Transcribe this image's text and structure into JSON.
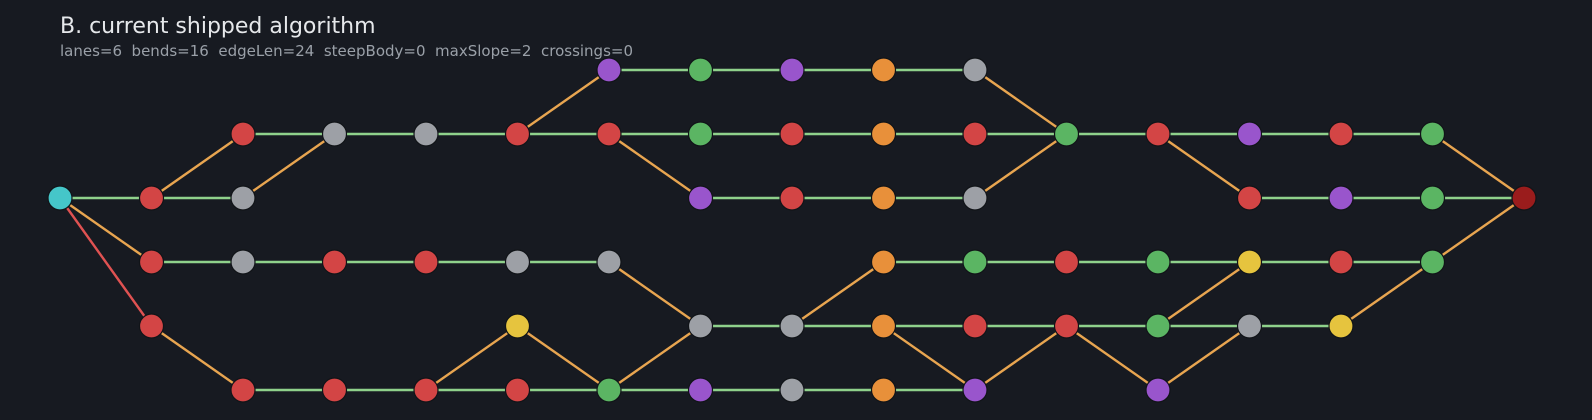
{
  "title": "B. current shipped algorithm",
  "metrics": "lanes=6  bends=16  edgeLen=24  steepBody=0  maxSlope=2  crossings=0",
  "colors": {
    "flat_edge": "#8fd18b",
    "bend_edge": "#e8a550",
    "steep_edge": "#e05252",
    "node_outline": "#111418",
    "teal": "#45c6c9",
    "red": "#d34545",
    "gray": "#9da0a6",
    "green": "#5bb563",
    "purple": "#9955cc",
    "orange": "#e8903a",
    "yellow": "#e6c43e",
    "darkred": "#9a1c1c"
  },
  "graph": {
    "nodes": [
      {
        "id": "n0",
        "col": 0,
        "lane": 2,
        "color": "teal"
      },
      {
        "id": "n1",
        "col": 1,
        "lane": 2,
        "color": "red"
      },
      {
        "id": "n2",
        "col": 1,
        "lane": 3,
        "color": "red"
      },
      {
        "id": "n3",
        "col": 1,
        "lane": 4,
        "color": "red"
      },
      {
        "id": "n4",
        "col": 2,
        "lane": 1,
        "color": "red"
      },
      {
        "id": "n5",
        "col": 2,
        "lane": 2,
        "color": "gray"
      },
      {
        "id": "n6",
        "col": 2,
        "lane": 3,
        "color": "gray"
      },
      {
        "id": "n7",
        "col": 2,
        "lane": 5,
        "color": "red"
      },
      {
        "id": "n8",
        "col": 3,
        "lane": 1,
        "color": "gray"
      },
      {
        "id": "n9",
        "col": 3,
        "lane": 3,
        "color": "red"
      },
      {
        "id": "n10",
        "col": 3,
        "lane": 5,
        "color": "red"
      },
      {
        "id": "n11",
        "col": 4,
        "lane": 1,
        "color": "gray"
      },
      {
        "id": "n12",
        "col": 4,
        "lane": 3,
        "color": "red"
      },
      {
        "id": "n13",
        "col": 4,
        "lane": 5,
        "color": "red"
      },
      {
        "id": "n14",
        "col": 5,
        "lane": 1,
        "color": "red"
      },
      {
        "id": "n15",
        "col": 5,
        "lane": 3,
        "color": "gray"
      },
      {
        "id": "n16",
        "col": 5,
        "lane": 4,
        "color": "yellow"
      },
      {
        "id": "n17",
        "col": 5,
        "lane": 5,
        "color": "red"
      },
      {
        "id": "n18",
        "col": 6,
        "lane": 0,
        "color": "purple"
      },
      {
        "id": "n19",
        "col": 6,
        "lane": 1,
        "color": "red"
      },
      {
        "id": "n20",
        "col": 6,
        "lane": 3,
        "color": "gray"
      },
      {
        "id": "n21",
        "col": 6,
        "lane": 5,
        "color": "green"
      },
      {
        "id": "n22",
        "col": 7,
        "lane": 0,
        "color": "green"
      },
      {
        "id": "n23",
        "col": 7,
        "lane": 1,
        "color": "green"
      },
      {
        "id": "n24",
        "col": 7,
        "lane": 2,
        "color": "purple"
      },
      {
        "id": "n25",
        "col": 7,
        "lane": 4,
        "color": "gray"
      },
      {
        "id": "n26",
        "col": 7,
        "lane": 5,
        "color": "purple"
      },
      {
        "id": "n27",
        "col": 8,
        "lane": 0,
        "color": "purple"
      },
      {
        "id": "n28",
        "col": 8,
        "lane": 1,
        "color": "red"
      },
      {
        "id": "n29",
        "col": 8,
        "lane": 2,
        "color": "red"
      },
      {
        "id": "n30",
        "col": 8,
        "lane": 4,
        "color": "gray"
      },
      {
        "id": "n31",
        "col": 8,
        "lane": 5,
        "color": "gray"
      },
      {
        "id": "n32",
        "col": 9,
        "lane": 0,
        "color": "orange"
      },
      {
        "id": "n33",
        "col": 9,
        "lane": 1,
        "color": "orange"
      },
      {
        "id": "n34",
        "col": 9,
        "lane": 2,
        "color": "orange"
      },
      {
        "id": "n35",
        "col": 9,
        "lane": 3,
        "color": "orange"
      },
      {
        "id": "n36",
        "col": 9,
        "lane": 4,
        "color": "orange"
      },
      {
        "id": "n37",
        "col": 9,
        "lane": 5,
        "color": "orange"
      },
      {
        "id": "n38",
        "col": 10,
        "lane": 0,
        "color": "gray"
      },
      {
        "id": "n39",
        "col": 10,
        "lane": 1,
        "color": "red"
      },
      {
        "id": "n40",
        "col": 10,
        "lane": 2,
        "color": "gray"
      },
      {
        "id": "n41",
        "col": 10,
        "lane": 3,
        "color": "green"
      },
      {
        "id": "n42",
        "col": 10,
        "lane": 4,
        "color": "red"
      },
      {
        "id": "n43",
        "col": 10,
        "lane": 5,
        "color": "purple"
      },
      {
        "id": "n44",
        "col": 11,
        "lane": 1,
        "color": "green"
      },
      {
        "id": "n45",
        "col": 11,
        "lane": 3,
        "color": "red"
      },
      {
        "id": "n46",
        "col": 11,
        "lane": 4,
        "color": "red"
      },
      {
        "id": "n47",
        "col": 12,
        "lane": 1,
        "color": "red"
      },
      {
        "id": "n48",
        "col": 12,
        "lane": 3,
        "color": "green"
      },
      {
        "id": "n49",
        "col": 12,
        "lane": 4,
        "color": "green"
      },
      {
        "id": "n50",
        "col": 12,
        "lane": 5,
        "color": "purple"
      },
      {
        "id": "n51",
        "col": 13,
        "lane": 1,
        "color": "purple"
      },
      {
        "id": "n52",
        "col": 13,
        "lane": 2,
        "color": "red"
      },
      {
        "id": "n53",
        "col": 13,
        "lane": 3,
        "color": "yellow"
      },
      {
        "id": "n54",
        "col": 13,
        "lane": 4,
        "color": "gray"
      },
      {
        "id": "n55",
        "col": 14,
        "lane": 1,
        "color": "red"
      },
      {
        "id": "n56",
        "col": 14,
        "lane": 2,
        "color": "purple"
      },
      {
        "id": "n57",
        "col": 14,
        "lane": 3,
        "color": "red"
      },
      {
        "id": "n58",
        "col": 14,
        "lane": 4,
        "color": "yellow"
      },
      {
        "id": "n59",
        "col": 15,
        "lane": 1,
        "color": "green"
      },
      {
        "id": "n60",
        "col": 15,
        "lane": 2,
        "color": "green"
      },
      {
        "id": "n61",
        "col": 15,
        "lane": 3,
        "color": "green"
      },
      {
        "id": "n62",
        "col": 16,
        "lane": 2,
        "color": "darkred"
      }
    ],
    "edges": [
      [
        "n0",
        "n1"
      ],
      [
        "n0",
        "n2"
      ],
      [
        "n0",
        "n3"
      ],
      [
        "n1",
        "n4"
      ],
      [
        "n1",
        "n5"
      ],
      [
        "n5",
        "n8"
      ],
      [
        "n4",
        "n8"
      ],
      [
        "n8",
        "n11"
      ],
      [
        "n11",
        "n14"
      ],
      [
        "n14",
        "n18"
      ],
      [
        "n14",
        "n19"
      ],
      [
        "n18",
        "n22"
      ],
      [
        "n22",
        "n27"
      ],
      [
        "n27",
        "n32"
      ],
      [
        "n32",
        "n38"
      ],
      [
        "n38",
        "n44"
      ],
      [
        "n19",
        "n23"
      ],
      [
        "n23",
        "n28"
      ],
      [
        "n28",
        "n33"
      ],
      [
        "n33",
        "n39"
      ],
      [
        "n39",
        "n44"
      ],
      [
        "n19",
        "n24"
      ],
      [
        "n24",
        "n29"
      ],
      [
        "n29",
        "n34"
      ],
      [
        "n34",
        "n40"
      ],
      [
        "n40",
        "n44"
      ],
      [
        "n44",
        "n47"
      ],
      [
        "n47",
        "n51"
      ],
      [
        "n51",
        "n55"
      ],
      [
        "n55",
        "n59"
      ],
      [
        "n59",
        "n62"
      ],
      [
        "n47",
        "n52"
      ],
      [
        "n52",
        "n56"
      ],
      [
        "n56",
        "n60"
      ],
      [
        "n60",
        "n62"
      ],
      [
        "n2",
        "n6"
      ],
      [
        "n6",
        "n9"
      ],
      [
        "n9",
        "n12"
      ],
      [
        "n12",
        "n15"
      ],
      [
        "n15",
        "n20"
      ],
      [
        "n20",
        "n25"
      ],
      [
        "n3",
        "n7"
      ],
      [
        "n7",
        "n10"
      ],
      [
        "n10",
        "n13"
      ],
      [
        "n13",
        "n16"
      ],
      [
        "n16",
        "n21"
      ],
      [
        "n13",
        "n17"
      ],
      [
        "n17",
        "n21"
      ],
      [
        "n21",
        "n25"
      ],
      [
        "n25",
        "n30"
      ],
      [
        "n30",
        "n35"
      ],
      [
        "n30",
        "n36"
      ],
      [
        "n35",
        "n41"
      ],
      [
        "n41",
        "n45"
      ],
      [
        "n45",
        "n48"
      ],
      [
        "n48",
        "n53"
      ],
      [
        "n53",
        "n57"
      ],
      [
        "n57",
        "n61"
      ],
      [
        "n36",
        "n42"
      ],
      [
        "n42",
        "n46"
      ],
      [
        "n36",
        "n43"
      ],
      [
        "n43",
        "n46"
      ],
      [
        "n21",
        "n26"
      ],
      [
        "n26",
        "n31"
      ],
      [
        "n31",
        "n37"
      ],
      [
        "n37",
        "n43"
      ],
      [
        "n46",
        "n49"
      ],
      [
        "n46",
        "n50"
      ],
      [
        "n49",
        "n53"
      ],
      [
        "n49",
        "n54"
      ],
      [
        "n50",
        "n54"
      ],
      [
        "n54",
        "n58"
      ],
      [
        "n58",
        "n61"
      ],
      [
        "n61",
        "n62"
      ]
    ]
  }
}
